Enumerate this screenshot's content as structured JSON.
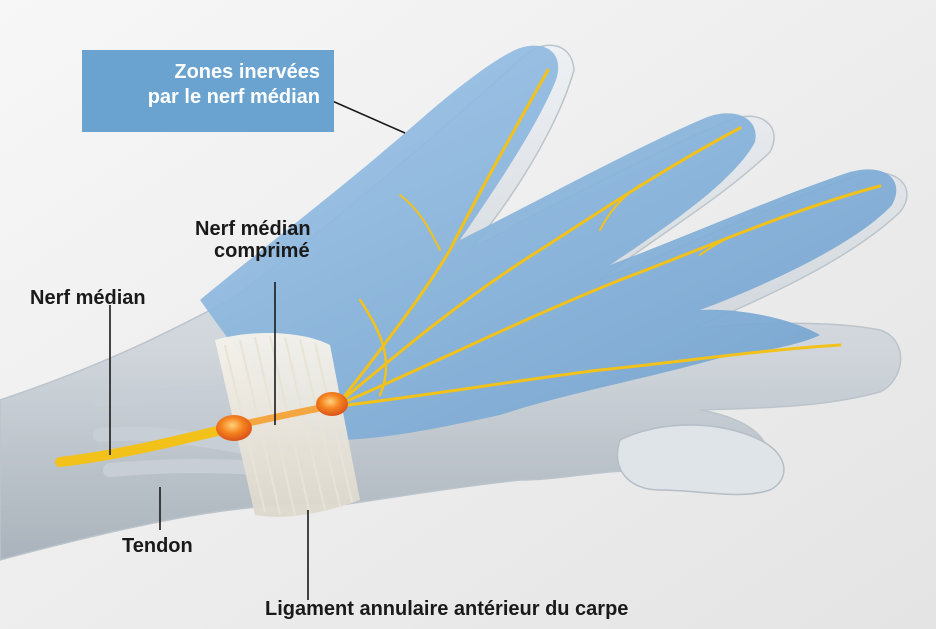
{
  "labels": {
    "zones_line1": "Zones inervées",
    "zones_line2": "par le nerf médian",
    "nerf_median_comprime_line1": "Nerf médian",
    "nerf_median_comprime_line2": "comprimé",
    "nerf_median": "Nerf médian",
    "tendon": "Tendon",
    "ligament": "Ligament annulaire antérieur du carpe"
  },
  "colors": {
    "callout_box": "#6aa3cf",
    "nerve": "#f2c21a",
    "compression_swelling": "#ee6a1e",
    "innervated_zone": "#7fb0dc",
    "skin": "#d8dde2",
    "background": "#efefef"
  }
}
